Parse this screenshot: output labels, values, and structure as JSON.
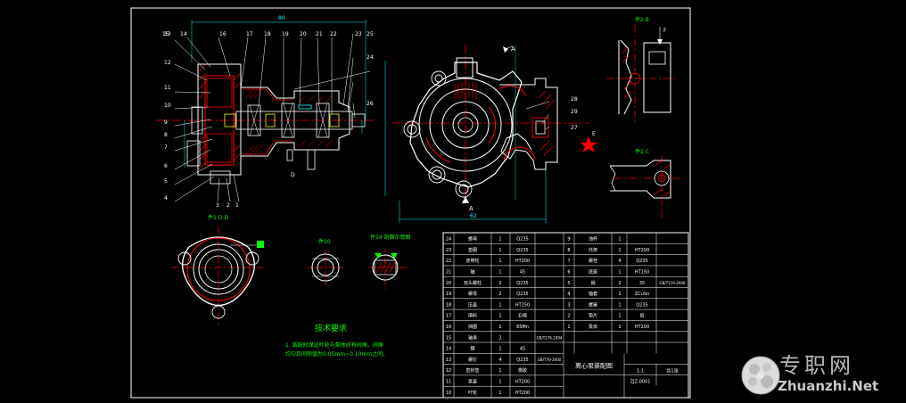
{
  "colors": {
    "background": "#ffffff",
    "sheet": "#000000",
    "outline": "#ffffff",
    "part": "#ff0000",
    "center_line": "#ff0000",
    "dimension": "#00ffff",
    "hatch": "#ff0000",
    "leader": "#ffffff",
    "annotation": "#00ff00",
    "highlight": "#ffff00",
    "table_text": "#ffffff"
  },
  "view_labels": {
    "section_dd": "件1 D-D",
    "b_view": "件2 B",
    "c_view": "件2 C",
    "small_part": "件10",
    "cross_section": "件14 剖面示意图",
    "arrow_a_top": "A",
    "arrow_a_bottom": "A",
    "arrow_d": "D",
    "arrow_e": "E",
    "arrow_f": "F"
  },
  "balloons_left": [
    "13",
    "12",
    "11",
    "10",
    "9",
    "8",
    "7",
    "6",
    "5",
    "4"
  ],
  "balloons_top": [
    "14",
    "15",
    "16",
    "17",
    "18",
    "19",
    "20",
    "21",
    "22",
    "23"
  ],
  "balloons_right": [
    "25",
    "24",
    "26"
  ],
  "balloons_front": [
    "28",
    "29",
    "27"
  ],
  "balloons_bottom": [
    "3",
    "2",
    "1"
  ],
  "tech_requirements": {
    "title": "技术要求",
    "line1": "1. 装配时保证叶轮与泵体间有间隙，间隙",
    "line2": "均匀且间隙值为0.05mm~0.10mm之间。"
  },
  "title_block": {
    "name": "离心泵装配图",
    "scale": "1:1",
    "sheet": "共1张",
    "drawing_no": "ZJZ-0001"
  },
  "parts_table": {
    "left": [
      {
        "no": "10",
        "name": "叶轮",
        "qty": "1",
        "mat": "HT200",
        "note": ""
      },
      {
        "no": "11",
        "name": "泵盖",
        "qty": "1",
        "mat": "HT200",
        "note": ""
      },
      {
        "no": "12",
        "name": "密封垫",
        "qty": "1",
        "mat": "橡胶",
        "note": ""
      },
      {
        "no": "13",
        "name": "螺钉",
        "qty": "4",
        "mat": "Q235",
        "note": "GB/T70-2000"
      },
      {
        "no": "14",
        "name": "键",
        "qty": "1",
        "mat": "45",
        "note": ""
      },
      {
        "no": "15",
        "name": "轴承",
        "qty": "2",
        "mat": "",
        "note": "GB/T276-1994"
      },
      {
        "no": "16",
        "name": "挡圈",
        "qty": "1",
        "mat": "65Mn",
        "note": ""
      },
      {
        "no": "17",
        "name": "填料",
        "qty": "1",
        "mat": "石棉",
        "note": ""
      },
      {
        "no": "18",
        "name": "压盖",
        "qty": "1",
        "mat": "HT150",
        "note": ""
      },
      {
        "no": "19",
        "name": "螺母",
        "qty": "2",
        "mat": "Q235",
        "note": ""
      },
      {
        "no": "20",
        "name": "双头螺柱",
        "qty": "2",
        "mat": "Q235",
        "note": ""
      },
      {
        "no": "21",
        "name": "轴",
        "qty": "1",
        "mat": "45",
        "note": ""
      },
      {
        "no": "22",
        "name": "皮带轮",
        "qty": "1",
        "mat": "HT200",
        "note": ""
      },
      {
        "no": "23",
        "name": "垫圈",
        "qty": "1",
        "mat": "Q235",
        "note": ""
      },
      {
        "no": "24",
        "name": "螺母",
        "qty": "1",
        "mat": "Q235",
        "note": ""
      }
    ],
    "right": [
      {
        "no": "1",
        "name": "泵体",
        "qty": "1",
        "mat": "HT200",
        "note": ""
      },
      {
        "no": "2",
        "name": "垫片",
        "qty": "1",
        "mat": "纸",
        "note": ""
      },
      {
        "no": "3",
        "name": "螺塞",
        "qty": "1",
        "mat": "Q235",
        "note": ""
      },
      {
        "no": "4",
        "name": "轴套",
        "qty": "1",
        "mat": "ZCuSn",
        "note": ""
      },
      {
        "no": "5",
        "name": "销",
        "qty": "2",
        "mat": "35",
        "note": "GB/T119-2000"
      },
      {
        "no": "6",
        "name": "底座",
        "qty": "1",
        "mat": "HT150",
        "note": ""
      },
      {
        "no": "7",
        "name": "螺栓",
        "qty": "4",
        "mat": "Q235",
        "note": ""
      },
      {
        "no": "8",
        "name": "托架",
        "qty": "1",
        "mat": "HT200",
        "note": ""
      },
      {
        "no": "9",
        "name": "油杯",
        "qty": "1",
        "mat": "",
        "note": ""
      }
    ]
  }
}
